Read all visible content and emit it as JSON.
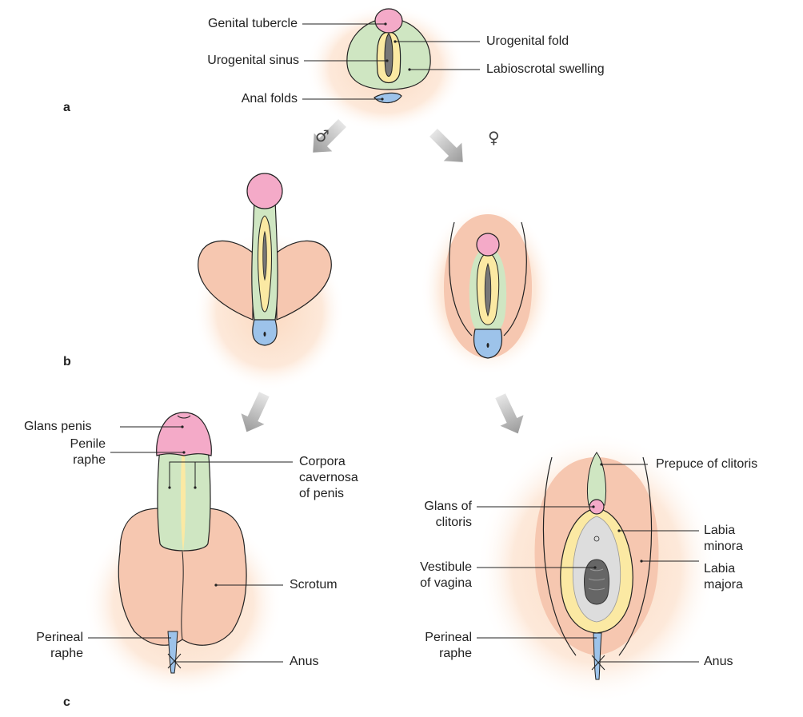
{
  "panels": {
    "a": "a",
    "b": "b",
    "c": "c"
  },
  "symbols": {
    "male": "♂",
    "female": "♀"
  },
  "labels": {
    "genital_tubercle": "Genital tubercle",
    "urogenital_sinus": "Urogenital sinus",
    "anal_folds": "Anal folds",
    "urogenital_fold": "Urogenital fold",
    "labioscrotal_swelling": "Labioscrotal swelling",
    "glans_penis": "Glans penis",
    "penile_raphe": [
      "Penile",
      "raphe"
    ],
    "corpora_cavernosa": [
      "Corpora",
      "cavernosa",
      "of penis"
    ],
    "scrotum": "Scrotum",
    "perineal_raphe_m": [
      "Perineal",
      "raphe"
    ],
    "anus_m": "Anus",
    "prepuce_clitoris": "Prepuce of clitoris",
    "glans_clitoris": [
      "Glans of",
      "clitoris"
    ],
    "labia_minora": [
      "Labia",
      "minora"
    ],
    "labia_majora": [
      "Labia",
      "majora"
    ],
    "vestibule_vagina": [
      "Vestibule",
      "of vagina"
    ],
    "perineal_raphe_f": [
      "Perineal",
      "raphe"
    ],
    "anus_f": "Anus"
  },
  "colors": {
    "tubercle": "#f4aac8",
    "fold": "#fbe9a3",
    "swelling_primitive": "#cfe6c2",
    "scrotal": "#f6c7b0",
    "anal": "#9dc3ea",
    "sinus": "#777777",
    "glow": "#fde3cf",
    "arrow": "#b5b5b5"
  }
}
